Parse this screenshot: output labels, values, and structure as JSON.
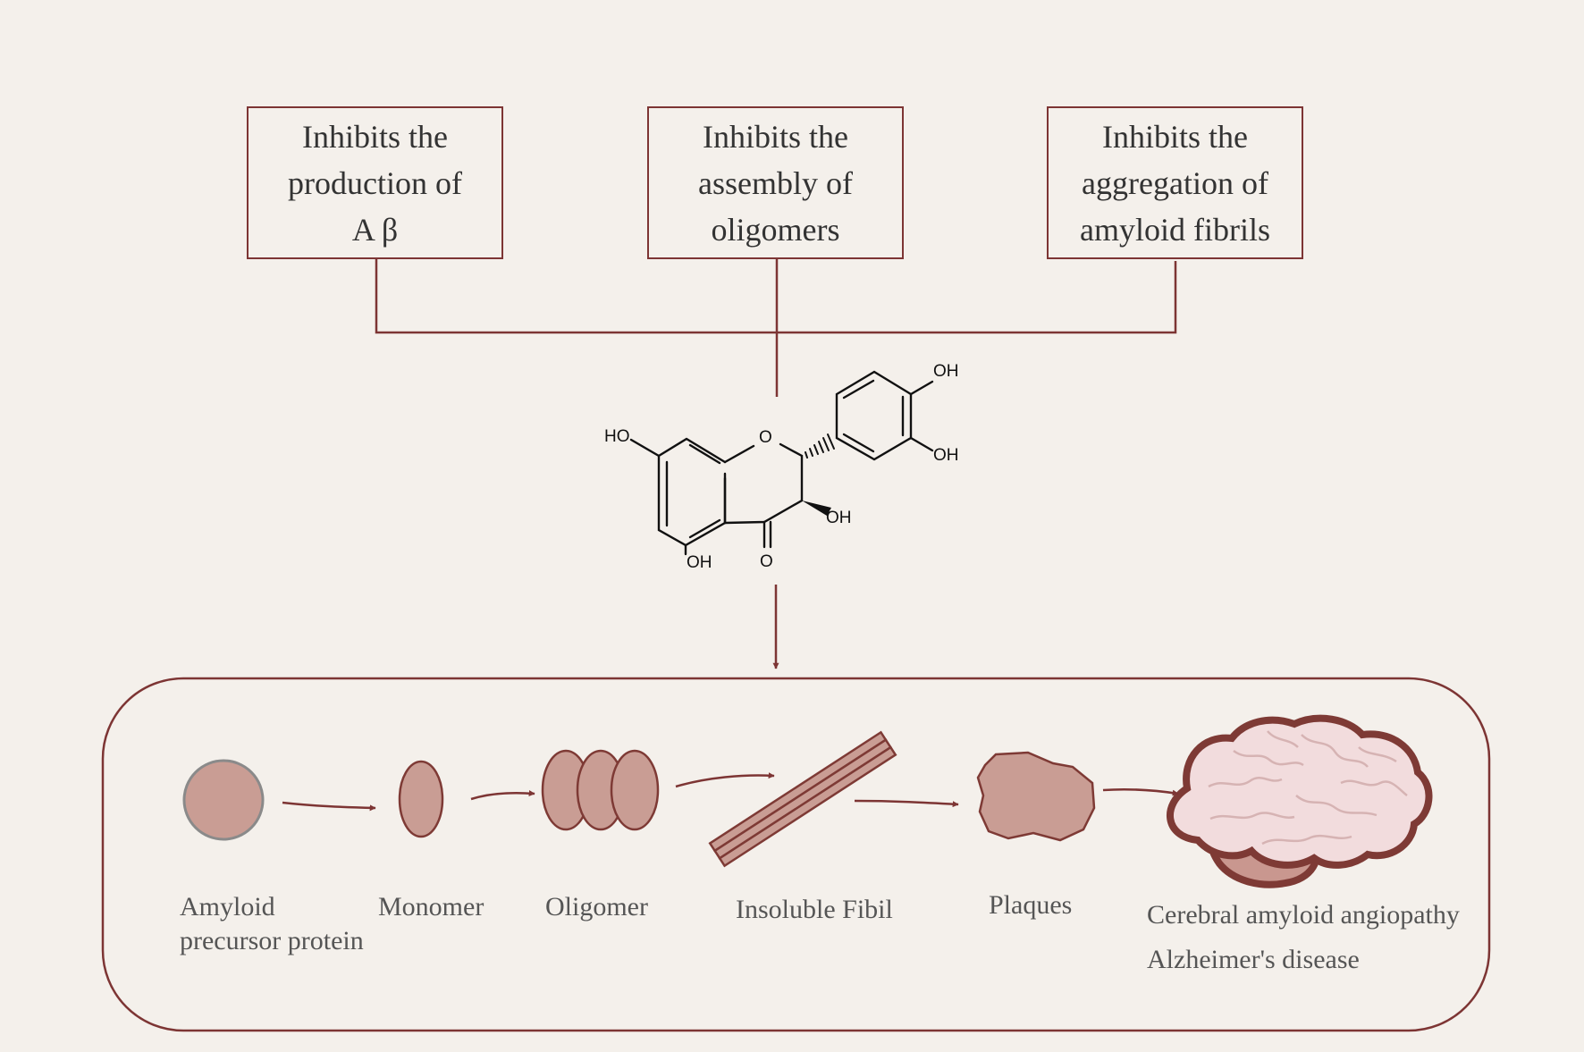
{
  "mechanisms": [
    {
      "lines": [
        "Inhibits the",
        "production of",
        "A β"
      ]
    },
    {
      "lines": [
        "Inhibits the",
        "assembly of",
        "oligomers"
      ]
    },
    {
      "lines": [
        "Inhibits the",
        "aggregation of",
        "amyloid fibrils"
      ]
    }
  ],
  "molecule": {
    "oh_labels": [
      "HO",
      "OH",
      "OH",
      "OH",
      "OH"
    ],
    "carbonyl_label": "O",
    "ring_oxygen_label": "O"
  },
  "pathway": {
    "stages": [
      {
        "lines": [
          "Amyloid",
          "precursor protein"
        ]
      },
      {
        "lines": [
          "Monomer"
        ]
      },
      {
        "lines": [
          "Oligomer"
        ]
      },
      {
        "lines": [
          "Insoluble Fibil"
        ]
      },
      {
        "lines": [
          "Plaques"
        ]
      },
      {
        "lines": [
          "Cerebral amyloid angiopathy",
          "Alzheimer's disease"
        ]
      }
    ]
  },
  "colors": {
    "line": "#7d3534",
    "particle_fill": "#c99d94",
    "particle_stroke": "#7e3a35",
    "brain_fill": "#f2dcdd",
    "cerebellum_fill": "#c9978f",
    "background": "#f4f0eb"
  }
}
